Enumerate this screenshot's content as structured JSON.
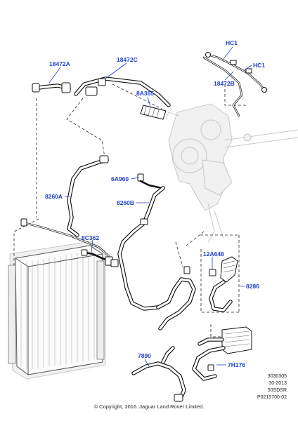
{
  "labels": {
    "p18472A": "18472A",
    "p18472C": "18472C",
    "pHC1a": "HC1",
    "pHC1b": "HC1",
    "p18472B": "18472B",
    "p8A365": "8A365",
    "p6A960": "6A960",
    "p8260A": "8260A",
    "p8260B": "8260B",
    "p8C362": "8C362",
    "p12A648": "12A648",
    "p8286": "8286",
    "p7890": "7890",
    "p7H176": "7H176"
  },
  "codes": {
    "line1": "3030305",
    "line2": "30-2013",
    "line3": "50SDSR",
    "line4": "P0215700-02"
  },
  "copyright": "© Copyright, 2016. Jaguar Land Rover Limited."
}
